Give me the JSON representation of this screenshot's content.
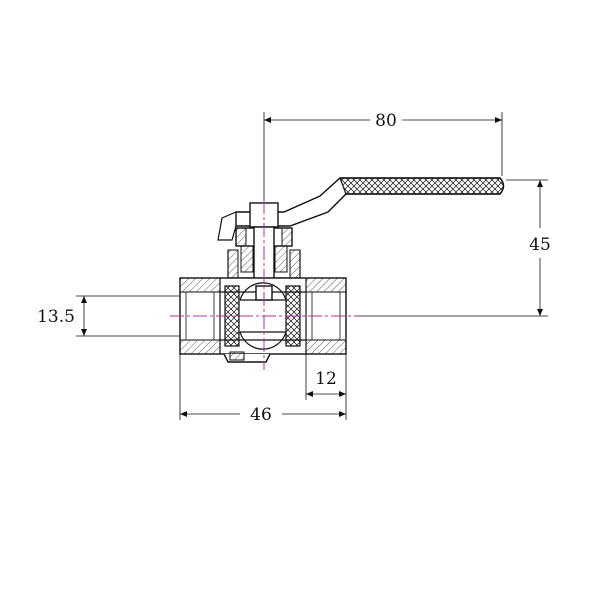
{
  "dimensions": {
    "handle_length": "80",
    "height_to_handle": "45",
    "bore_diameter": "13.5",
    "thread_length": "12",
    "body_length": "46"
  },
  "colors": {
    "line": "#111111",
    "centerline": "#b0309a",
    "background": "#ffffff"
  }
}
